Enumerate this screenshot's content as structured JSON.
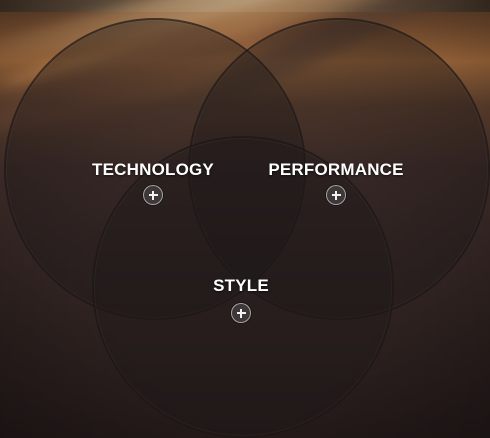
{
  "venn": {
    "circles": [
      {
        "label": "TECHNOLOGY",
        "expand_icon": "plus-icon"
      },
      {
        "label": "PERFORMANCE",
        "expand_icon": "plus-icon"
      },
      {
        "label": "STYLE",
        "expand_icon": "plus-icon"
      }
    ]
  },
  "colors": {
    "label_text": "#ffffff",
    "circle_fill": "rgba(28,24,24,0.42)",
    "background_accent": "#b97a45"
  }
}
